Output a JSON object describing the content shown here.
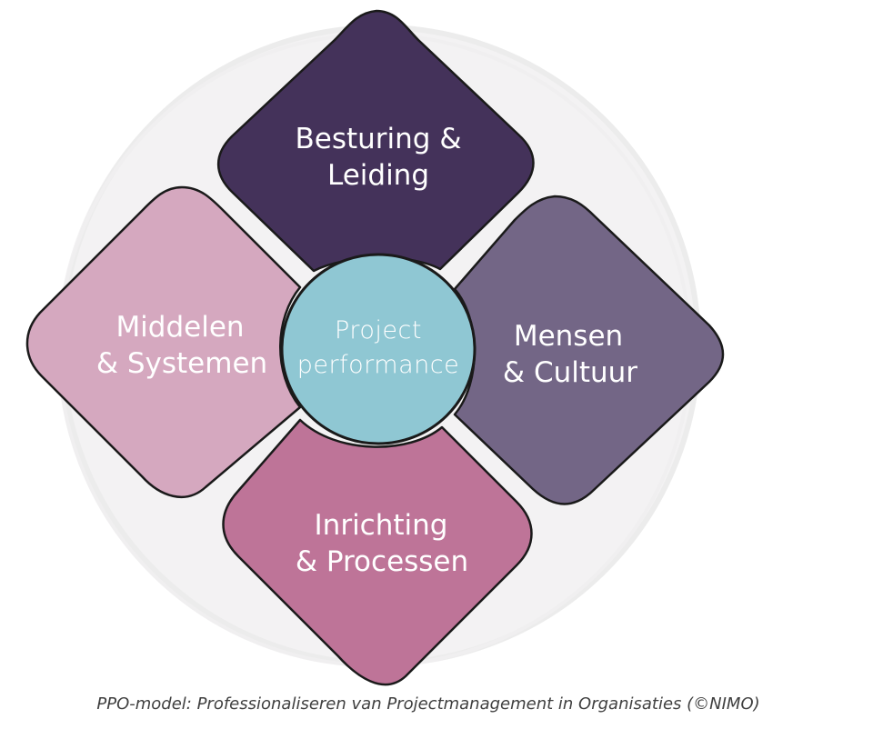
{
  "diagram": {
    "colors": {
      "background_circle": "#f3f2f3",
      "top": "#44325a",
      "right": "#736686",
      "bottom": "#be7498",
      "left": "#d5a8bf",
      "center": "#8fc7d3",
      "outline": "#1a1a1a",
      "label": "#ffffff"
    },
    "top": {
      "line1": "Besturing &",
      "line2": "Leiding"
    },
    "right": {
      "line1": "Mensen",
      "line2": "& Cultuur"
    },
    "bottom": {
      "line1": "Inrichting",
      "line2": "& Processen"
    },
    "left": {
      "line1": "Middelen",
      "line2": "& Systemen"
    },
    "center": {
      "line1": "Project",
      "line2": "performance"
    }
  },
  "caption": "PPO-model: Professionaliseren van Projectmanagement in Organisaties (©NIMO)"
}
